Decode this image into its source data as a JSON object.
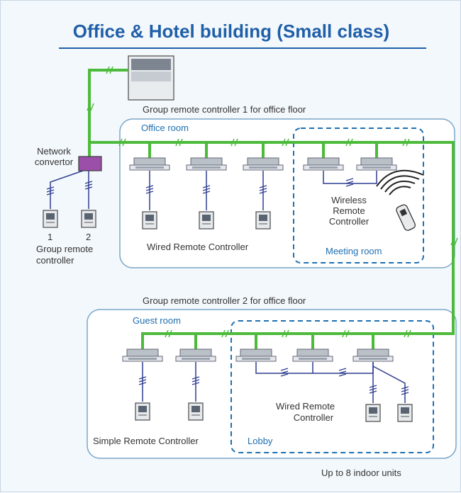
{
  "title": "Office & Hotel building (Small class)",
  "labels": {
    "group1": "Group remote controller 1 for office floor",
    "group2": "Group remote controller 2 for office floor",
    "office_room": "Office room",
    "network_convertor_line1": "Network",
    "network_convertor_line2": "convertor",
    "num1": "1",
    "num2": "2",
    "group_remote_line1": "Group remote",
    "group_remote_line2": "controller",
    "wired_remote_1": "Wired Remote Controller",
    "wireless_line1": "Wireless",
    "wireless_line2": "Remote",
    "wireless_line3": "Controller",
    "meeting_room": "Meeting room",
    "guest_room": "Guest room",
    "simple_remote": "Simple Remote Controller",
    "lobby": "Lobby",
    "wired_remote_2_line1": "Wired Remote",
    "wired_remote_2_line2": "Controller",
    "footer": "Up to 8 indoor units"
  },
  "colors": {
    "title": "#1f5fa8",
    "bus_line": "#4cba3a",
    "local_line": "#2f3d8f",
    "room_border": "#7aa6c7",
    "zone_dash": "#1f6fb0",
    "convertor": "#9b4fa8"
  }
}
